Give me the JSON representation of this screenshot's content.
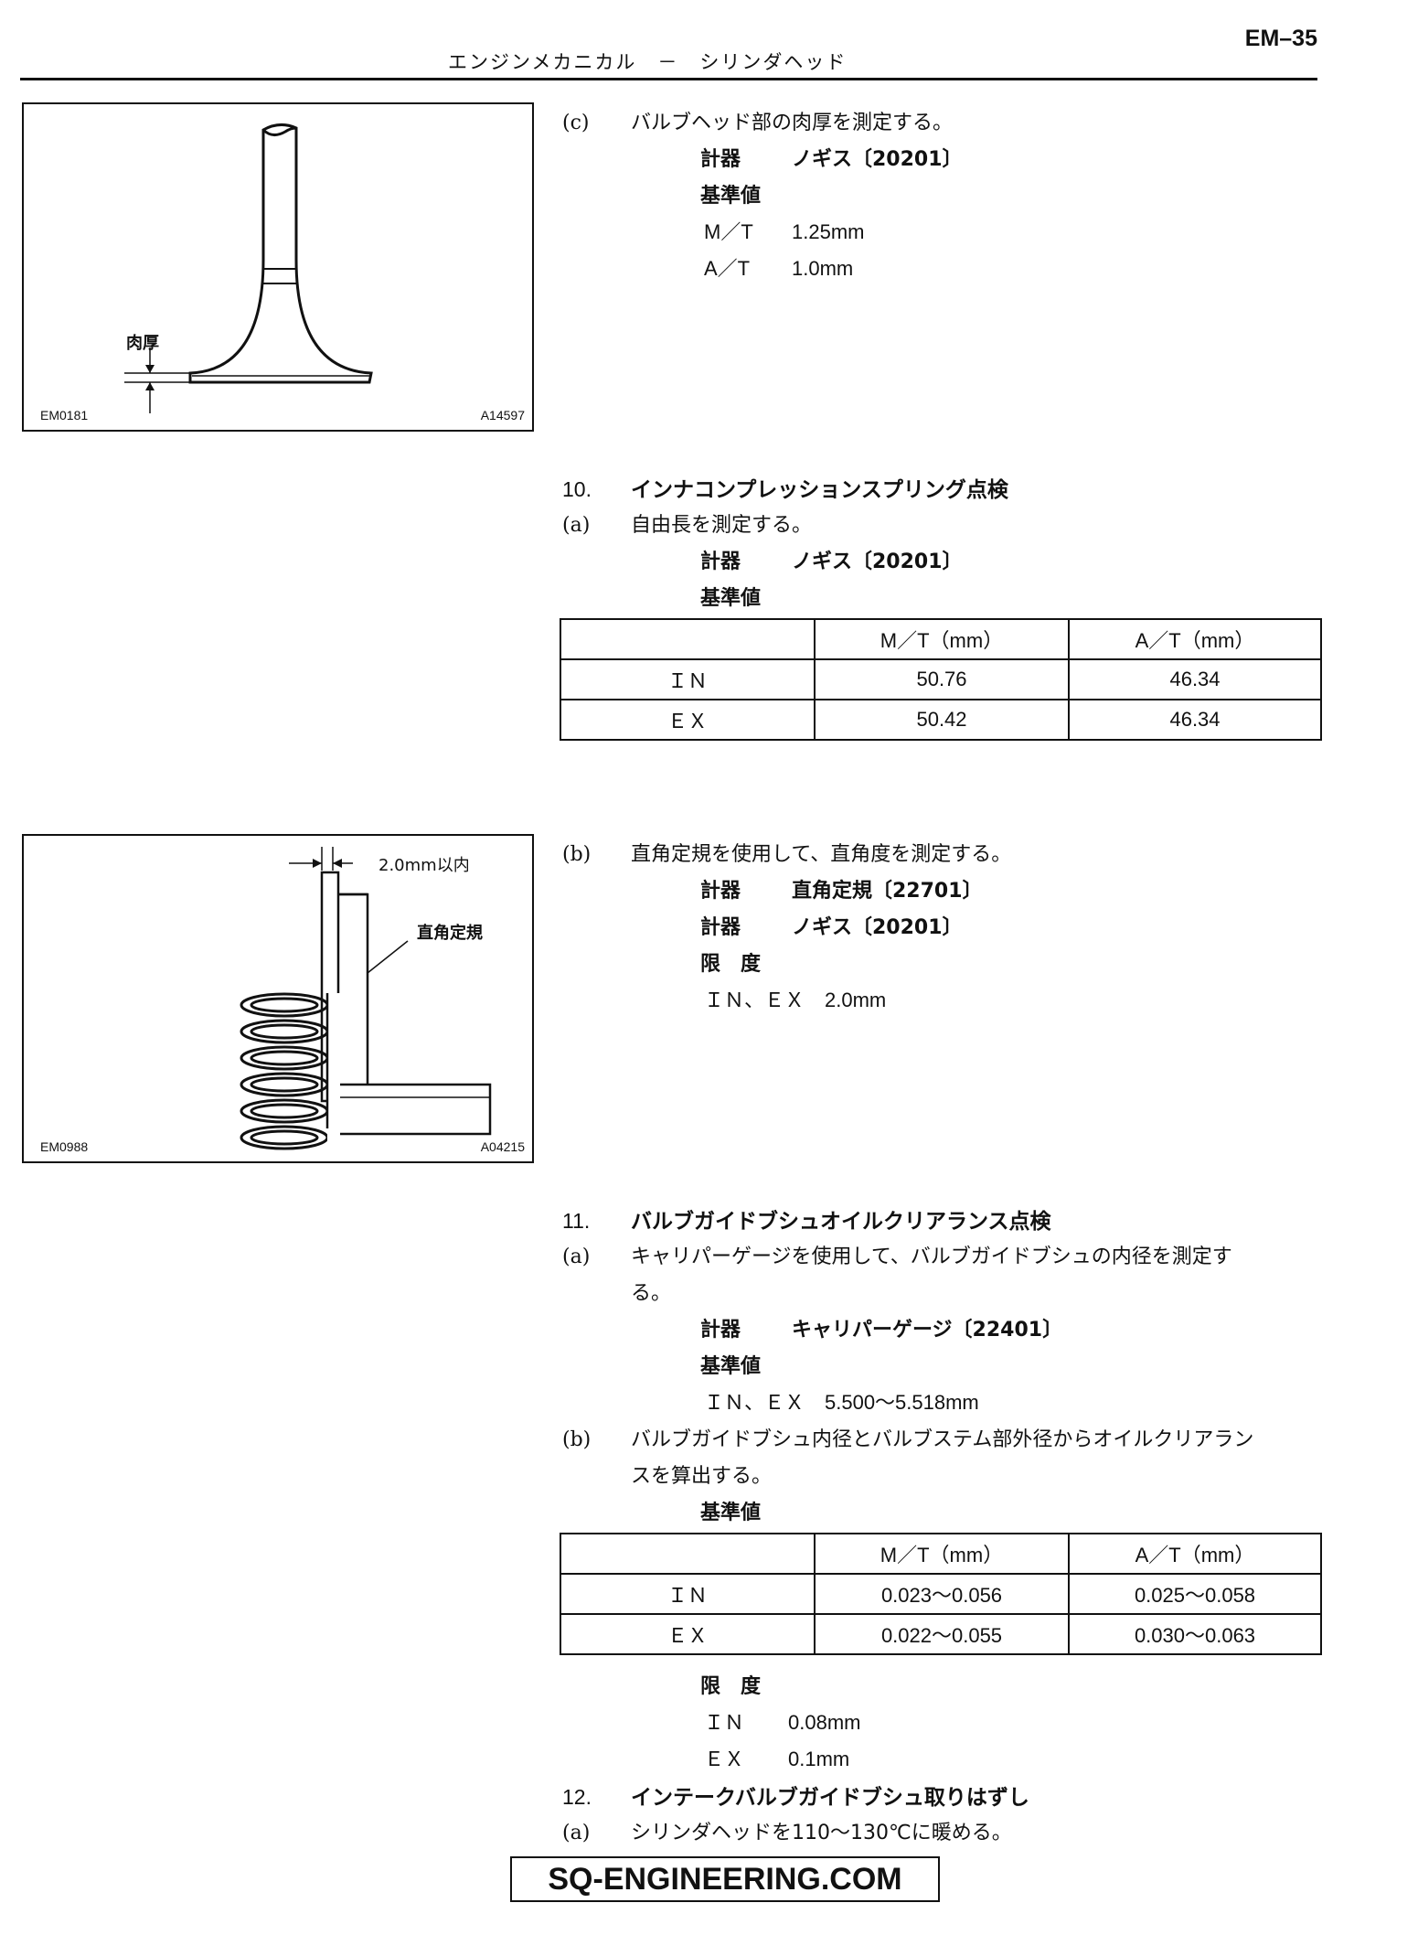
{
  "header": {
    "page_number": "EM–35",
    "title": "エンジンメカニカル　－　シリンダヘッド"
  },
  "figure1": {
    "label": "肉厚",
    "code_left": "EM0181",
    "code_right": "A14597"
  },
  "section_c": {
    "label": "(c)",
    "text": "バルブヘッド部の肉厚を測定する。",
    "tool_label": "計器",
    "tool_value": "ノギス〔20201〕",
    "std_label": "基準値",
    "mt_label": "M／T",
    "mt_value": "1.25mm",
    "at_label": "A／T",
    "at_value": "1.0mm"
  },
  "section_10": {
    "number": "10.",
    "title": "インナコンプレッションスプリング点検",
    "a_label": "(a)",
    "a_text": "自由長を測定する。",
    "tool_label": "計器",
    "tool_value": "ノギス〔20201〕",
    "std_label": "基準値",
    "table": {
      "headers": [
        "",
        "M／T（mm）",
        "A／T（mm）"
      ],
      "rows": [
        [
          "ＩＮ",
          "50.76",
          "46.34"
        ],
        [
          "ＥＸ",
          "50.42",
          "46.34"
        ]
      ]
    },
    "b_label": "(b)",
    "b_text": "直角定規を使用して、直角度を測定する。",
    "tool1_label": "計器",
    "tool1_value": "直角定規〔22701〕",
    "tool2_label": "計器",
    "tool2_value": "ノギス〔20201〕",
    "limit_label": "限　度",
    "limit_value": "ＩＮ、ＥＸ　2.0mm"
  },
  "figure2": {
    "dim_label": "2.0mm以内",
    "square_label": "直角定規",
    "code_left": "EM0988",
    "code_right": "A04215"
  },
  "section_11": {
    "number": "11.",
    "title": "バルブガイドブシュオイルクリアランス点検",
    "a_label": "(a)",
    "a_text_1": "キャリパーゲージを使用して、バルブガイドブシュの内径を測定す",
    "a_text_2": "る。",
    "tool_label": "計器",
    "tool_value": "キャリパーゲージ〔22401〕",
    "std_label": "基準値",
    "std_value": "ＩＮ、ＥＸ　5.500～5.518mm",
    "b_label": "(b)",
    "b_text_1": "バルブガイドブシュ内径とバルブステム部外径からオイルクリアラン",
    "b_text_2": "スを算出する。",
    "std2_label": "基準値",
    "table": {
      "headers": [
        "",
        "M／T（mm）",
        "A／T（mm）"
      ],
      "rows": [
        [
          "ＩＮ",
          "0.023～0.056",
          "0.025～0.058"
        ],
        [
          "ＥＸ",
          "0.022～0.055",
          "0.030～0.063"
        ]
      ]
    },
    "limit_label": "限　度",
    "limit_in_label": "ＩＮ",
    "limit_in_value": "0.08mm",
    "limit_ex_label": "ＥＸ",
    "limit_ex_value": "0.1mm"
  },
  "section_12": {
    "number": "12.",
    "title": "インテークバルブガイドブシュ取りはずし",
    "a_label": "(a)",
    "a_text": "シリンダヘッドを110～130℃に暖める。"
  },
  "footer": {
    "watermark": "SQ-ENGINEERING.COM"
  }
}
